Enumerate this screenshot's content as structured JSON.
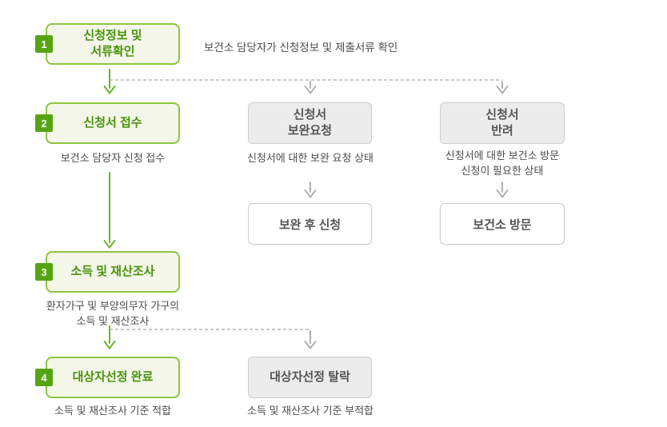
{
  "diagram": {
    "name": "의료비 지원 신청 처리 절차 순서도",
    "type": "flowchart"
  },
  "colors": {
    "step_box_fill": "#f4f6e9",
    "step_box_border": "#8dc63f",
    "step_title_text": "#48930b",
    "badge_bg": "#55a512",
    "badge_text": "#ffffff",
    "green_arrow": "#6fb02a",
    "gray_box_fill": "#ececec",
    "gray_box_border": "#cccccc",
    "gray_box_text": "#555555",
    "white_box_border": "#c9c9c9",
    "caption_text": "#4d4d4d",
    "dashed_line": "#b5b5b5",
    "gray_arrow": "#b0b0b0",
    "background": "#ffffff"
  },
  "notes": {
    "step1": "보건소 담당자가 신청정보 및 제출서류 확인"
  },
  "steps": [
    {
      "number": "1",
      "title": "신청정보 및\n서류확인",
      "caption": ""
    },
    {
      "number": "2",
      "title": "신청서 접수",
      "caption": "보건소 담당자 신청 접수"
    },
    {
      "number": "3",
      "title": "소득 및 재산조사",
      "caption": "환자가구 및 부양의무자 가구의\n소득 및 재산조사"
    },
    {
      "number": "4",
      "title": "대상자선정 완료",
      "caption": "소득 및 재산조사 기준 적합"
    }
  ],
  "branches": {
    "supplement": {
      "title": "신청서\n보완요청",
      "caption": "신청서에 대한 보완 요청 상태",
      "result": "보완 후 신청"
    },
    "reject": {
      "title": "신청서\n반려",
      "caption": "신청서에 대한 보건소 방문\n신청이 필요한 상태",
      "result": "보건소 방문"
    },
    "fail": {
      "title": "대상자선정 탈락",
      "caption": "소득 및 재산조사 기준 부적합"
    }
  }
}
